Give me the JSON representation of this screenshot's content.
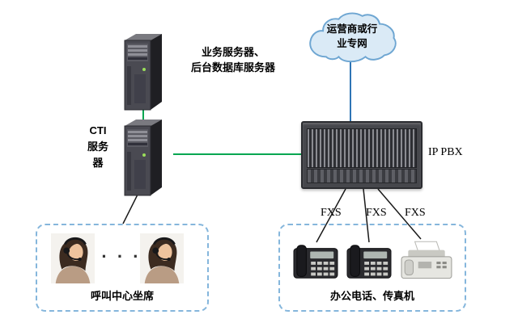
{
  "nodes": {
    "app_server": {
      "label": "业务服务器、\n后台数据库服务器"
    },
    "cti_server": {
      "label": "CTI\n服务\n器"
    },
    "cloud": {
      "label": "运营商或行\n业专网"
    },
    "ip_pbx": {
      "label": "IP PBX"
    },
    "agents_group": {
      "label": "呼叫中心坐席",
      "ellipsis": "· · ·"
    },
    "devices_group": {
      "label": "办公电话、传真机"
    }
  },
  "port_labels": [
    "FXS",
    "FXS",
    "FXS"
  ],
  "icons": {
    "app_server": "tower-server",
    "cti_server": "tower-server",
    "cloud": "network-cloud",
    "ip_pbx": "rack-chassis",
    "agents": "operator-headset-photo",
    "phone": "desk-phone",
    "fax": "fax-machine"
  },
  "colors": {
    "green_link": "#00a651",
    "blue_link": "#2e74b5",
    "black_link": "#1a1a1a",
    "dashed_border": "#85b6dc",
    "cloud_fill": "#daeaf6",
    "cloud_stroke": "#6ea6d2"
  }
}
